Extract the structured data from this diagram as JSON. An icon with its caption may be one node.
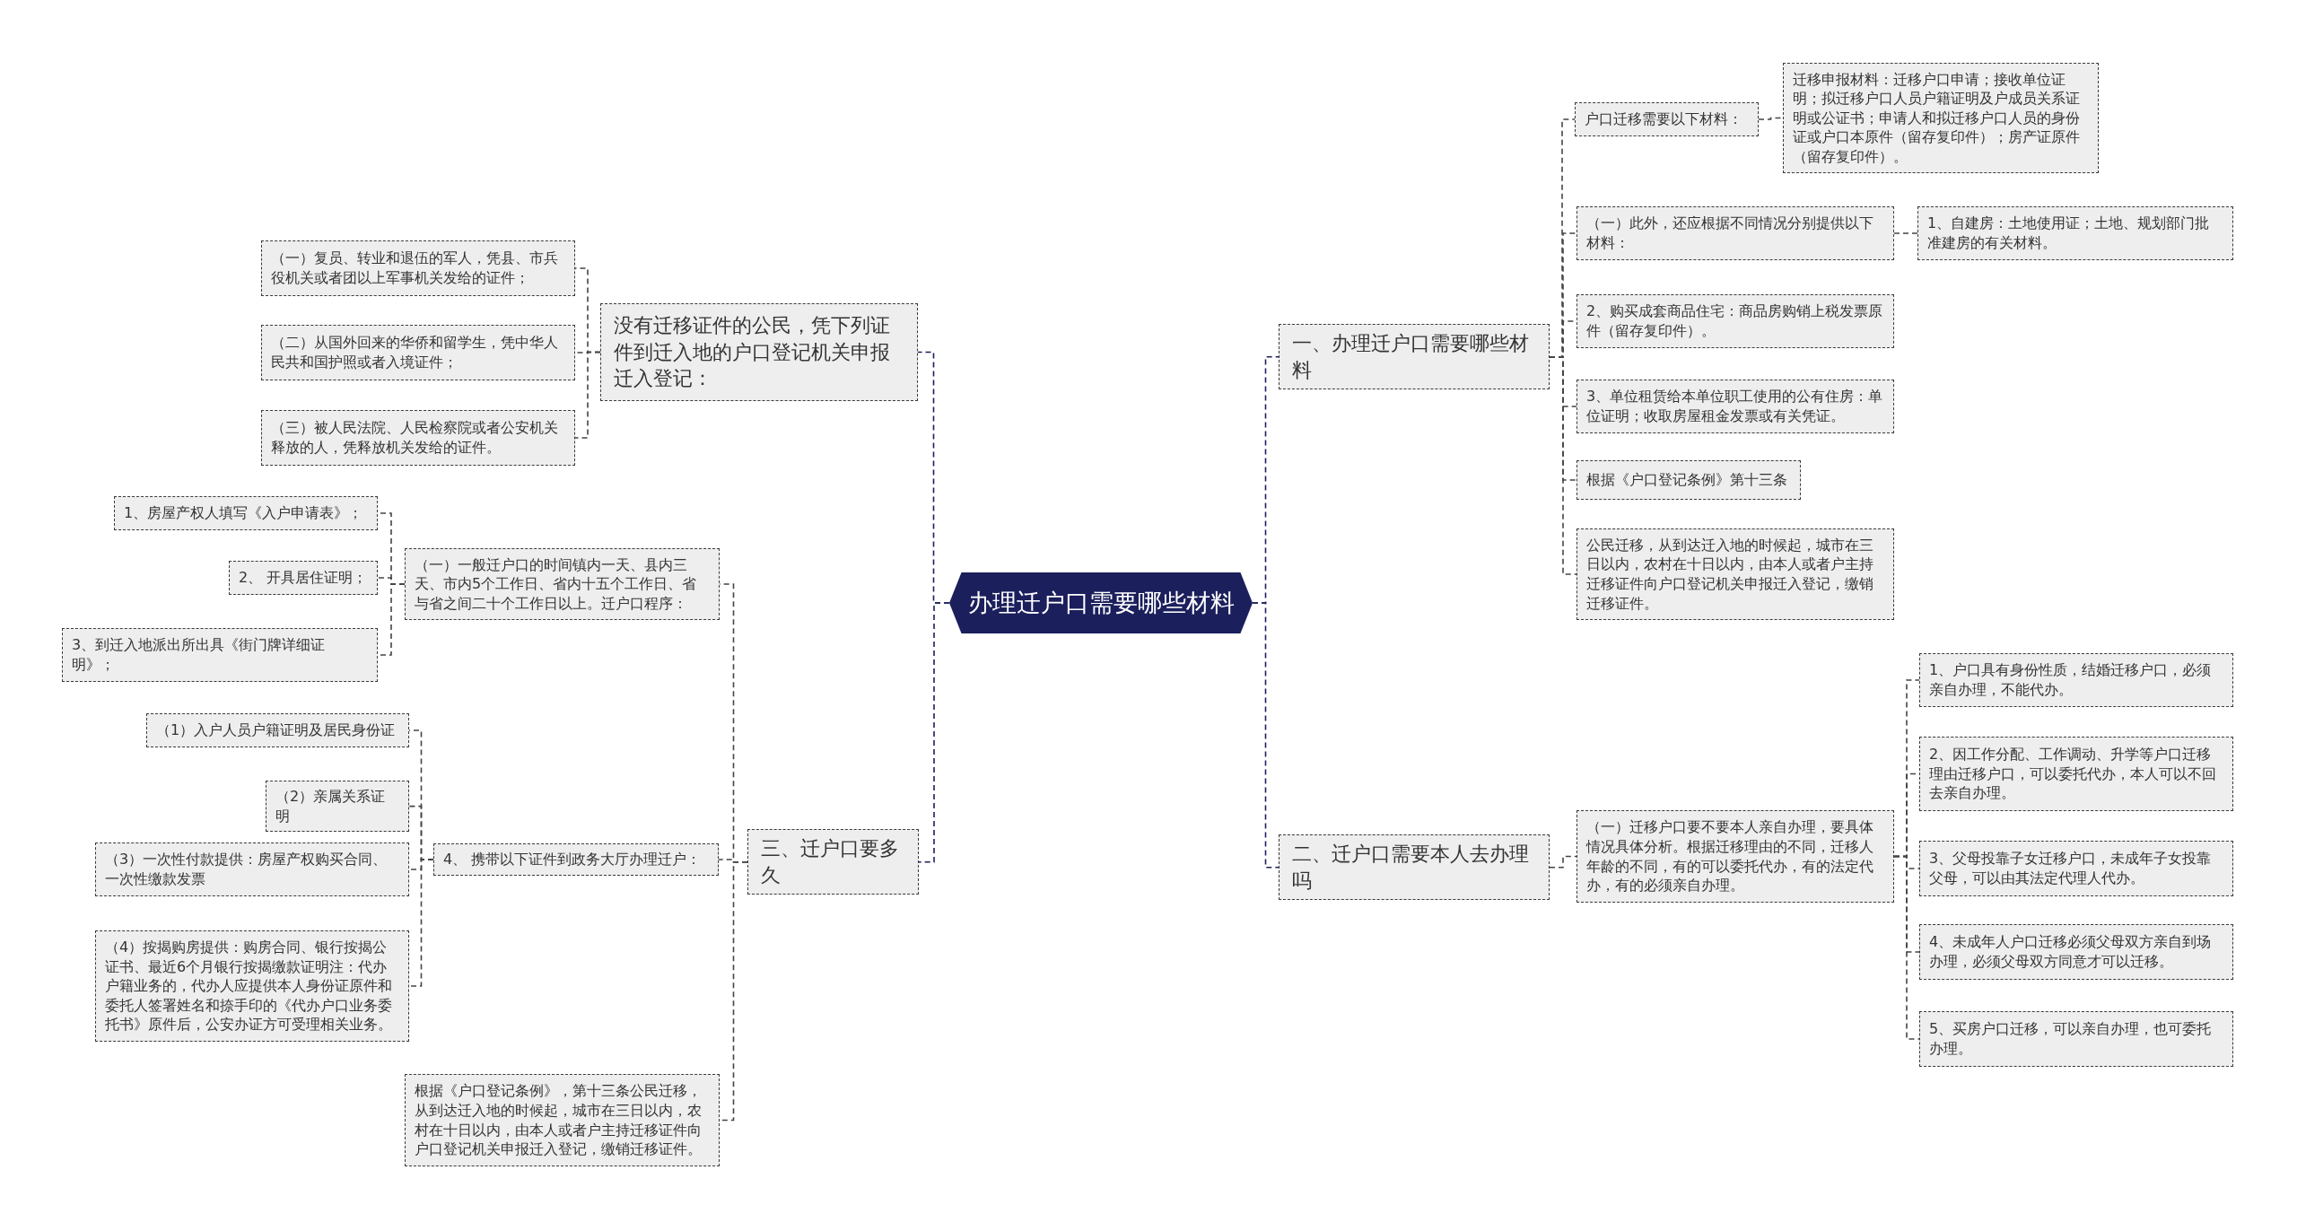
{
  "diagram": {
    "nodes": [
      {
        "text": [
          "办理迁户口需要哪些材料"
        ]
      },
      {
        "text": [
          "一、办理迁户口需要哪些材料"
        ]
      },
      {
        "text": [
          "户口迁移需要以下材料："
        ]
      },
      {
        "text": [
          "迁移申报材料：迁移户口申请；接收单位证明；拟迁移户口人员户籍证明及户成员关系证明或公证书；申请人和拟迁移户口人员的身份证或户口本原件（留存复印件）；房产证原件（留存复印件）。"
        ]
      },
      {
        "text": [
          "（一）此外，还应根据不同情况分别提供以下材料："
        ]
      },
      {
        "text": [
          "1、自建房：土地使用证；土地、规划部门批准建房的有关材料。"
        ]
      },
      {
        "text": [
          "2、购买成套商品住宅：商品房购销上税发票原件（留存复印件）。"
        ]
      },
      {
        "text": [
          "3、单位租赁给本单位职工使用的公有住房：单位证明；收取房屋租金发票或有关凭证。"
        ]
      },
      {
        "text": [
          "根据《户口登记条例》第十三条"
        ]
      },
      {
        "text": [
          "公民迁移，从到达迁入地的时候起，城市在三日以内，农村在十日以内，由本人或者户主持迁移证件向户口登记机关申报迁入登记，缴销迁移证件。"
        ]
      },
      {
        "text": [
          "二、迁户口需要本人去办理吗"
        ]
      },
      {
        "text": [
          "（一）迁移户口要不要本人亲自办理，要具体情况具体分析。根据迁移理由的不同，迁移人年龄的不同，有的可以委托代办，有的法定代办，有的必须亲自办理。"
        ]
      },
      {
        "text": [
          "1、户口具有身份性质，结婚迁移户口，必须亲自办理，不能代办。"
        ]
      },
      {
        "text": [
          "2、因工作分配、工作调动、升学等户口迁移理由迁移户口，可以委托代办，本人可以不回去亲自办理。"
        ]
      },
      {
        "text": [
          "3、父母投靠子女迁移户口，未成年子女投靠父母，可以由其法定代理人代办。"
        ]
      },
      {
        "text": [
          "4、未成年人户口迁移必须父母双方亲自到场办理，必须父母双方同意才可以迁移。"
        ]
      },
      {
        "text": [
          "5、买房户口迁移，可以亲自办理，也可委托办理。"
        ]
      },
      {
        "text": [
          "没有迁移证件的公民，凭下列证件到迁入地的户口登记机关申报迁入登记："
        ]
      },
      {
        "text": [
          "（一）复员、转业和退伍的军人，凭县、市兵役机关或者团以上军事机关发给的证件；"
        ]
      },
      {
        "text": [
          "（二）从国外回来的华侨和留学生，凭中华人民共和国护照或者入境证件；"
        ]
      },
      {
        "text": [
          "（三）被人民法院、人民检察院或者公安机关释放的人，凭释放机关发给的证件。"
        ]
      },
      {
        "text": [
          "三、迁户口要多久"
        ]
      },
      {
        "text": [
          "（一）一般迁户口的时间镇内一天、县内三天、市内5个工作日、省内十五个工作日、省与省之间二十个工作日以上。迁户口程序："
        ]
      },
      {
        "text": [
          "1、房屋产权人填写《入户申请表》；"
        ]
      },
      {
        "text": [
          "2、 开具居住证明；"
        ]
      },
      {
        "text": [
          "3、到迁入地派出所出具《街门牌详细证明》；"
        ]
      },
      {
        "text": [
          "4、 携带以下证件到政务大厅办理迁户："
        ]
      },
      {
        "text": [
          "（1）入户人员户籍证明及居民身份证"
        ]
      },
      {
        "text": [
          "（2）亲属关系证明"
        ]
      },
      {
        "text": [
          "（3）一次性付款提供：房屋产权购买合同、一次性缴款发票"
        ]
      },
      {
        "text": [
          "（4）按揭购房提供：购房合同、银行按揭公证书、最近6个月银行按揭缴款证明注：代办户籍业务的，代办人应提供本人身份证原件和委托人签署姓名和捺手印的《代办户口业务委托书》原件后，公安办证方可受理相关业务。"
        ]
      },
      {
        "text": [
          "根据《户口登记条例》，第十三条公民迁移，从到达迁入地的时候起，城市在三日以内，农村在十日以内，由本人或者户主持迁移证件向户口登记机关申报迁入登记，缴销迁移证件。"
        ]
      }
    ],
    "edges": [
      {
        "from": 0,
        "to": 1,
        "arrow": "none",
        "style": "dashed",
        "color": "#1b1f5c"
      },
      {
        "from": 1,
        "to": 2,
        "arrow": "none",
        "style": "dashed"
      },
      {
        "from": 2,
        "to": 3,
        "arrow": "none",
        "style": "dashed"
      },
      {
        "from": 1,
        "to": 4,
        "arrow": "none",
        "style": "dashed"
      },
      {
        "from": 4,
        "to": 5,
        "arrow": "none",
        "style": "dashed"
      },
      {
        "from": 1,
        "to": 6,
        "arrow": "none",
        "style": "dashed"
      },
      {
        "from": 1,
        "to": 7,
        "arrow": "none",
        "style": "dashed"
      },
      {
        "from": 1,
        "to": 8,
        "arrow": "none",
        "style": "dashed"
      },
      {
        "from": 1,
        "to": 9,
        "arrow": "none",
        "style": "dashed"
      },
      {
        "from": 0,
        "to": 10,
        "arrow": "none",
        "style": "dashed",
        "color": "#1b1f5c"
      },
      {
        "from": 10,
        "to": 11,
        "arrow": "none",
        "style": "dashed"
      },
      {
        "from": 11,
        "to": 12,
        "arrow": "none",
        "style": "dashed"
      },
      {
        "from": 11,
        "to": 13,
        "arrow": "none",
        "style": "dashed"
      },
      {
        "from": 11,
        "to": 14,
        "arrow": "none",
        "style": "dashed"
      },
      {
        "from": 11,
        "to": 15,
        "arrow": "none",
        "style": "dashed"
      },
      {
        "from": 11,
        "to": 16,
        "arrow": "none",
        "style": "dashed"
      },
      {
        "from": 0,
        "to": 17,
        "arrow": "none",
        "style": "dashed",
        "color": "#1b1f5c"
      },
      {
        "from": 17,
        "to": 18,
        "arrow": "none",
        "style": "dashed"
      },
      {
        "from": 17,
        "to": 19,
        "arrow": "none",
        "style": "dashed"
      },
      {
        "from": 17,
        "to": 20,
        "arrow": "none",
        "style": "dashed"
      },
      {
        "from": 0,
        "to": 21,
        "arrow": "none",
        "style": "dashed",
        "color": "#1b1f5c"
      },
      {
        "from": 21,
        "to": 22,
        "arrow": "none",
        "style": "dashed"
      },
      {
        "from": 22,
        "to": 23,
        "arrow": "none",
        "style": "dashed"
      },
      {
        "from": 22,
        "to": 24,
        "arrow": "none",
        "style": "dashed"
      },
      {
        "from": 22,
        "to": 25,
        "arrow": "none",
        "style": "dashed"
      },
      {
        "from": 21,
        "to": 26,
        "arrow": "none",
        "style": "dashed"
      },
      {
        "from": 26,
        "to": 27,
        "arrow": "none",
        "style": "dashed"
      },
      {
        "from": 26,
        "to": 28,
        "arrow": "none",
        "style": "dashed"
      },
      {
        "from": 26,
        "to": 29,
        "arrow": "none",
        "style": "dashed"
      },
      {
        "from": 26,
        "to": 30,
        "arrow": "none",
        "style": "dashed"
      },
      {
        "from": 21,
        "to": 31,
        "arrow": "none",
        "style": "dashed"
      }
    ]
  }
}
